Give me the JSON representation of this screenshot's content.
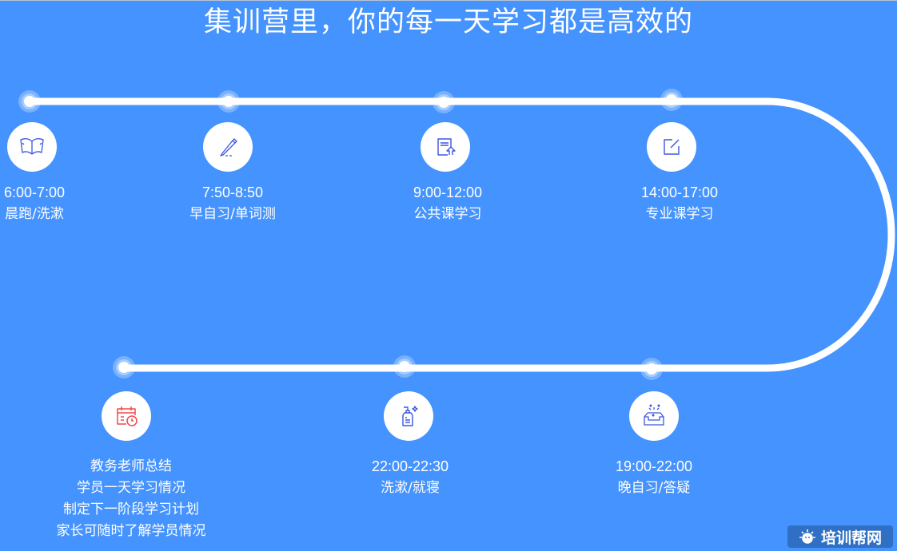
{
  "title": "集训营里，你的每一天学习都是高效的",
  "colors": {
    "background": "#4593fe",
    "track": "#ffffff",
    "icon_blue": "#3c56e0",
    "icon_red": "#f0484a"
  },
  "schedule": [
    {
      "time": "6:00-7:00",
      "activity": "晨跑/洗漱",
      "icon": "book-icon"
    },
    {
      "time": "7:50-8:50",
      "activity": "早自习/单词测",
      "icon": "pen-icon"
    },
    {
      "time": "9:00-12:00",
      "activity": "公共课学习",
      "icon": "document-upload-icon"
    },
    {
      "time": "14:00-17:00",
      "activity": "专业课学习",
      "icon": "edit-square-icon"
    },
    {
      "time": "19:00-22:00",
      "activity": "晚自习/答疑",
      "icon": "open-box-stars-icon"
    },
    {
      "time": "22:00-22:30",
      "activity": "洗漱/就寝",
      "icon": "lotion-bottle-icon"
    },
    {
      "lines": [
        "教务老师总结",
        "学员一天学习情况",
        "制定下一阶段学习计划",
        "家长可随时了解学员情况"
      ],
      "icon": "calendar-clock-icon"
    }
  ],
  "watermark": {
    "text": "培训帮网",
    "icon": "sun-face-icon"
  }
}
